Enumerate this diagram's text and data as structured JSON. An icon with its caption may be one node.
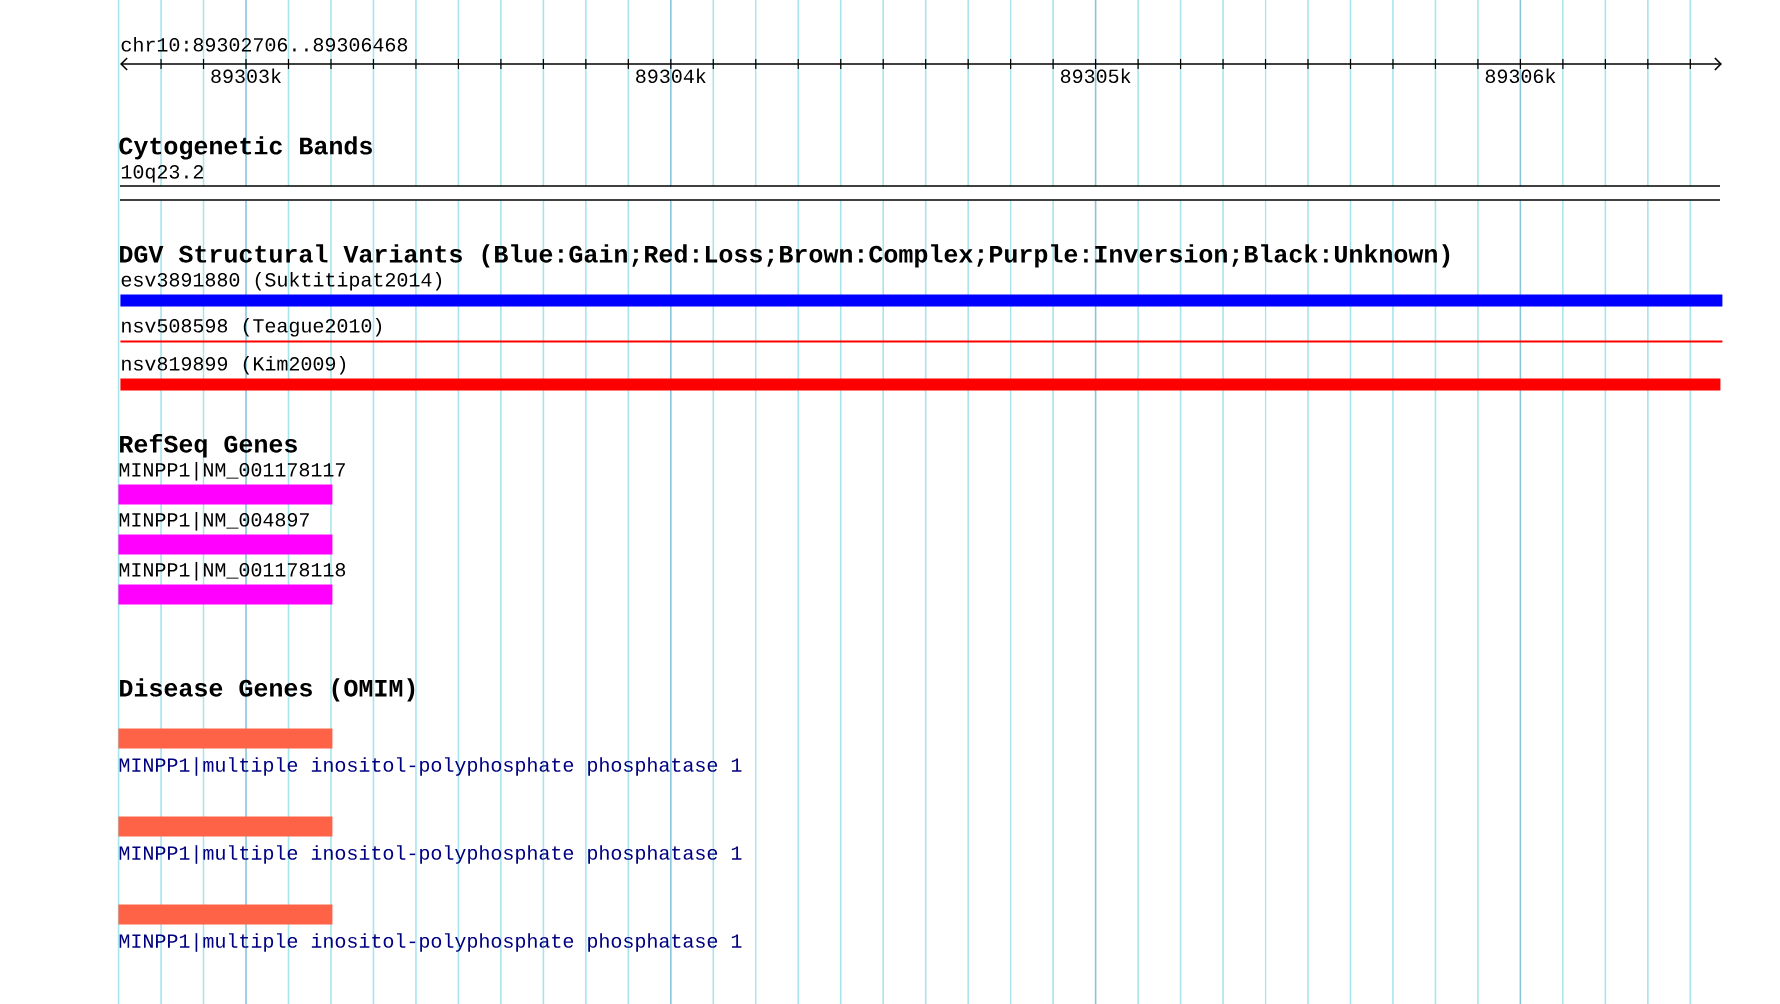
{
  "diagram": {
    "nodes": [
      {
        "text": [
          "10q23.2"
        ]
      },
      {
        "text": [
          "esv3891880 (Suktitipat2014)"
        ]
      },
      {
        "text": [
          "nsv508598 (Teague2010)"
        ]
      },
      {
        "text": [
          "nsv819899 (Kim2009)"
        ]
      },
      {
        "text": [
          "MINPP1|NM_001178117"
        ]
      },
      {
        "text": [
          "MINPP1|NM_004897"
        ]
      },
      {
        "text": [
          "MINPP1|NM_001178118"
        ]
      },
      {
        "text": [
          "MINPP1|multiple inositol-polyphosphate phosphatase 1"
        ]
      },
      {
        "text": [
          "MINPP1|multiple inositol-polyphosphate phosphatase 1"
        ]
      },
      {
        "text": [
          "MINPP1|multiple inositol-polyphosphate phosphatase 1"
        ]
      }
    ],
    "labels": [
      "chr10:89302706..89306468",
      "89303k",
      "89304k",
      "89305k",
      "89306k",
      "Cytogenetic Bands",
      "DGV Structural Variants (Blue:Gain;Red:Loss;Brown:Complex;Purple:Inversion;Black:Unknown)",
      "RefSeq Genes",
      "Disease Genes (OMIM)"
    ]
  }
}
